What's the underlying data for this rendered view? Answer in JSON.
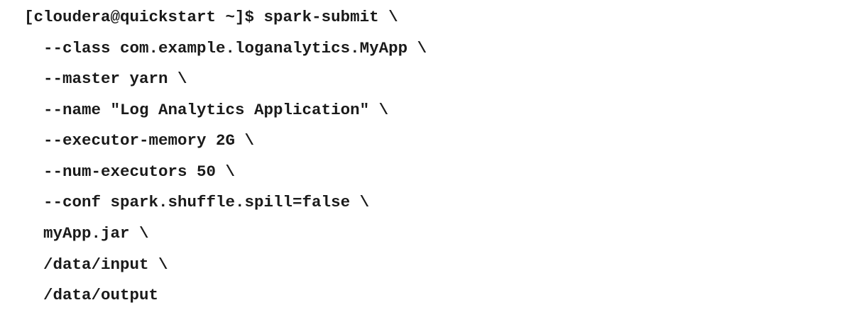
{
  "terminal": {
    "prompt": "[cloudera@quickstart ~]$ ",
    "lines": [
      "[cloudera@quickstart ~]$ spark-submit \\",
      "--class com.example.loganalytics.MyApp \\",
      "--master yarn \\",
      "--name \"Log Analytics Application\" \\",
      "--executor-memory 2G \\",
      "--num-executors 50 \\",
      "--conf spark.shuffle.spill=false \\",
      "myApp.jar \\",
      "/data/input \\",
      "/data/output"
    ]
  }
}
